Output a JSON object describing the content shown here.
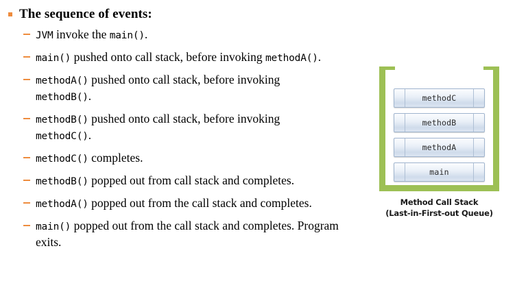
{
  "slide": {
    "heading": "The sequence of events:",
    "bullet_color": "#EE8C3E",
    "dash_color": "#EE8C3E"
  },
  "steps": [
    {
      "id": "step-jvm-invoke-main",
      "html": "<code>JVM</code> invoke the <code>main()</code>."
    },
    {
      "id": "step-main-pushed",
      "html": "<code>main()</code> pushed onto call stack, before invoking <code>methodA()</code>."
    },
    {
      "id": "step-methoda-pushed",
      "html": "<code>methodA()</code> pushed onto call stack, before invoking <code>methodB()</code>."
    },
    {
      "id": "step-methodb-pushed",
      "html": "<code>methodB()</code> pushed onto call stack, before invoking <code>methodC()</code>."
    },
    {
      "id": "step-methodc-completes",
      "html": "<code>methodC()</code> completes."
    },
    {
      "id": "step-methodb-popped",
      "html": "<code>methodB()</code> popped out from call stack and completes."
    },
    {
      "id": "step-methoda-popped",
      "html": "<code>methodA()</code> popped out from the call stack and completes."
    },
    {
      "id": "step-main-popped",
      "html": "<code>main()</code> popped out from the call stack and completes. Program exits."
    }
  ],
  "figure": {
    "bracket_color": "#9DC055",
    "frame_border_color": "#9FB4CE",
    "frames": [
      {
        "label": "methodC"
      },
      {
        "label": "methodB"
      },
      {
        "label": "methodA"
      },
      {
        "label": "main"
      }
    ],
    "caption_line1": "Method Call Stack",
    "caption_line2": "(Last-in-First-out Queue)"
  }
}
